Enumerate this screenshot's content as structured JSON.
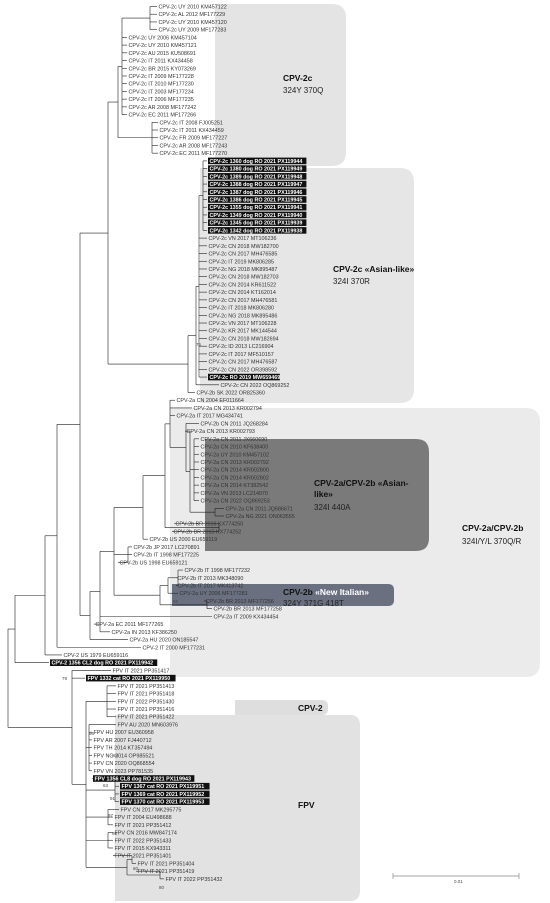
{
  "clades": [
    {
      "id": "2c",
      "title": "CPV-2c",
      "sub": "324Y 370Q",
      "fill": "#e4e4e4"
    },
    {
      "id": "asian",
      "title": "CPV-2c «Asian-like»",
      "sub": "324I 370R",
      "fill": "#e6e6e6"
    },
    {
      "id": "2a2b",
      "title": "CPV-2a/CPV-2b",
      "sub": "324I/Y/L 370Q/R",
      "fill": "#eaeaea"
    },
    {
      "id": "2a_asian",
      "title": "CPV-2a/CPV-2b «Asian-like»",
      "sub": "324I 440A",
      "fill": "#7a7a7a"
    },
    {
      "id": "italian",
      "title": "CPV-2b «New Italian»",
      "sub": "324Y 371G 418T",
      "fill": "#6b7080"
    },
    {
      "id": "cpv2",
      "title": "CPV-2",
      "sub": "",
      "fill": "#dedede"
    },
    {
      "id": "fpv",
      "title": "FPV",
      "sub": "",
      "fill": "#e2e2e2"
    }
  ],
  "bootstrap": [
    "76",
    "63",
    "79",
    "96",
    "64",
    "91",
    "63",
    "97",
    "95",
    "60",
    "80"
  ],
  "leaves": [
    {
      "t": "CPV-2c UY 2010 KM457122",
      "h": false
    },
    {
      "t": "CPV-2c AL 2012 MF177229",
      "h": false
    },
    {
      "t": "CPV-2c UY 2010 KM457120",
      "h": false
    },
    {
      "t": "CPV-2c UY 2009 MF177283",
      "h": false
    },
    {
      "t": "CPV-2c UY 2006 KM457104",
      "h": false
    },
    {
      "t": "CPV-2c UY 2010 KM457121",
      "h": false
    },
    {
      "t": "CPV-2c AU 2015 KU508691",
      "h": false
    },
    {
      "t": "CPV-2c IT 2011 KX434458",
      "h": false
    },
    {
      "t": "CPV-2c BR 2015 KY073269",
      "h": false
    },
    {
      "t": "CPV-2c IT 2009 MF177228",
      "h": false
    },
    {
      "t": "CPV-2c IT 2010 MF177230",
      "h": false
    },
    {
      "t": "CPV-2c IT 2003 MF177234",
      "h": false
    },
    {
      "t": "CPV-2c IT 2006 MF177235",
      "h": false
    },
    {
      "t": "CPV-2c AR 2008 MF177242",
      "h": false
    },
    {
      "t": "CPV-2c EC 2011 MF177266",
      "h": false
    },
    {
      "t": "CPV-2c IT 2008 FJ005251",
      "h": false
    },
    {
      "t": "CPV-2c IT 2011 KX434459",
      "h": false
    },
    {
      "t": "CPV-2c FR 2009 MF177227",
      "h": false
    },
    {
      "t": "CPV-2c AR 2008 MF177243",
      "h": false
    },
    {
      "t": "CPV-2c EC 2011 MF177270",
      "h": false
    },
    {
      "t": "CPV-2c 1360 dog RO 2021 PX119944",
      "h": true
    },
    {
      "t": "CPV-2c 1380 dog RO 2021 PX119949",
      "h": true
    },
    {
      "t": "CPV-2c 1389 dog RO 2021 PX119948",
      "h": true
    },
    {
      "t": "CPV-2c 1388 dog RO 2021 PX119947",
      "h": true
    },
    {
      "t": "CPV-2c 1387 dog RO 2021 PX119946",
      "h": true
    },
    {
      "t": "CPV-2c 1386 dog RO 2021 PX119945",
      "h": true
    },
    {
      "t": "CPV-2c 1355 dog RO 2021 PX119941",
      "h": true
    },
    {
      "t": "CPV-2c 1349 dog RO 2021 PX119940",
      "h": true
    },
    {
      "t": "CPV-2c 1345 dog RO 2021 PX119939",
      "h": true
    },
    {
      "t": "CPV-2c 1342 dog RO 2021 PX119938",
      "h": true
    },
    {
      "t": "CPV-2c VN 2017 MT106236",
      "h": false
    },
    {
      "t": "CPV-2c CN 2018 MW182700",
      "h": false
    },
    {
      "t": "CPV-2c CN 2017 MH476585",
      "h": false
    },
    {
      "t": "CPV-2c IT 2019 MK806285",
      "h": false
    },
    {
      "t": "CPV-2c NG 2018 MK895487",
      "h": false
    },
    {
      "t": "CPV-2c CN 2018 MW182703",
      "h": false
    },
    {
      "t": "CPV-2c CN 2014 KR611522",
      "h": false
    },
    {
      "t": "CPV-2c CN 2014 KT162014",
      "h": false
    },
    {
      "t": "CPV-2c CN 2017 MH476581",
      "h": false
    },
    {
      "t": "CPV-2c IT 2018 MK806280",
      "h": false
    },
    {
      "t": "CPV-2c NG 2018 MK895486",
      "h": false
    },
    {
      "t": "CPV-2c VN 2017 MT106228",
      "h": false
    },
    {
      "t": "CPV-2c KR 2017 MK144544",
      "h": false
    },
    {
      "t": "CPV-2c CN 2018 MW182694",
      "h": false
    },
    {
      "t": "CPV-2c ID 2013 LC216904",
      "h": false
    },
    {
      "t": "CPV-2c IT 2017 MF510157",
      "h": false
    },
    {
      "t": "CPV-2c CN 2017 MH476587",
      "h": false
    },
    {
      "t": "CPV-2c CN 2022 OR398592",
      "h": false
    },
    {
      "t": "CPV-2c RO 2019 MW659469",
      "h": true
    },
    {
      "t": "CPV-2c CN 2022 OQ869252",
      "h": false
    },
    {
      "t": "CPV-2b SK 2022 OR825360",
      "h": false
    },
    {
      "t": "CPV-2a CN 2004 EF011664",
      "h": false
    },
    {
      "t": "CPV-2a CN 2013 KR002794",
      "h": false
    },
    {
      "t": "CPV-2a IT 2017 MG434741",
      "h": false
    },
    {
      "t": "CPV-2b CN 2011 JQ268284",
      "h": false
    },
    {
      "t": "CPV-2a CN 2013 KR002793",
      "h": false
    },
    {
      "t": "CPV-2a CN 2011 JX660690",
      "h": false
    },
    {
      "t": "CPV-2a CN 2010 KF638400",
      "h": false
    },
    {
      "t": "CPV-2a UY 2010 KM457102",
      "h": false
    },
    {
      "t": "CPV-2a CN 2013 KR002792",
      "h": false
    },
    {
      "t": "CPV-2a CN 2014 KR002800",
      "h": false
    },
    {
      "t": "CPV-2a CN 2014 KR002802",
      "h": false
    },
    {
      "t": "CPV-2a CN 2014 KT382542",
      "h": false
    },
    {
      "t": "CPV-2a VN 2013 LC214970",
      "h": false
    },
    {
      "t": "CPV-2a CN 2022 OQ869253",
      "h": false
    },
    {
      "t": "CPV-2a CN 2011 JQ686671",
      "h": false
    },
    {
      "t": "CPV-2a NG 2021 ON063555",
      "h": false
    },
    {
      "t": "CPV-2b BR 2016 KX774250",
      "h": false
    },
    {
      "t": "CPV-2b BR 2015 KX774252",
      "h": false
    },
    {
      "t": "CPV-2b US 2000 EU659119",
      "h": false
    },
    {
      "t": "CPV-2b JP 2017 LC270891",
      "h": false
    },
    {
      "t": "CPV-2b IT 1998 MF177225",
      "h": false
    },
    {
      "t": "CPV-2b US 1998 EU659121",
      "h": false
    },
    {
      "t": "CPV-2b IT 1998 MF177232",
      "h": false
    },
    {
      "t": "CPV-2b IT 2013 MK348090",
      "h": false
    },
    {
      "t": "CPV-2b IT 2017 MK413742",
      "h": false
    },
    {
      "t": "CPV-2a UY 2006 MF177281",
      "h": false
    },
    {
      "t": "CPV-2b BR 2013 MF177256",
      "h": false
    },
    {
      "t": "CPV-2b BR 2013 MF177258",
      "h": false
    },
    {
      "t": "CPV-2a IT 2009 KX434454",
      "h": false
    },
    {
      "t": "CPV-2a EC 2011 MF177265",
      "h": false
    },
    {
      "t": "CPV-2a IN 2013 KF386250",
      "h": false
    },
    {
      "t": "CPV-2a HU 2020 ON185547",
      "h": false
    },
    {
      "t": "CPV-2 IT 2000 MF177231",
      "h": false
    },
    {
      "t": "CPV-2 US 1979 EU659116",
      "h": false
    },
    {
      "t": "CPV-2 1356 CL2 dog RO 2021 PX119942",
      "h": true
    },
    {
      "t": "FPV IT 2021 PP351417",
      "h": false
    },
    {
      "t": "FPV 1332 cat RO 2021 PX119950",
      "h": true
    },
    {
      "t": "FPV IT 2021 PP351413",
      "h": false
    },
    {
      "t": "FPV IT 2021 PP351418",
      "h": false
    },
    {
      "t": "FPV IT 2022 PP351430",
      "h": false
    },
    {
      "t": "FPV IT 2021 PP351416",
      "h": false
    },
    {
      "t": "FPV IT 2021 PP351422",
      "h": false
    },
    {
      "t": "FPV AU 2020 MN603976",
      "h": false
    },
    {
      "t": "FPV HU 2007 EU360958",
      "h": false
    },
    {
      "t": "FPV AR 2007 FJ440712",
      "h": false
    },
    {
      "t": "FPV TH 2014 KT357494",
      "h": false
    },
    {
      "t": "FPV NG 2014 OP985521",
      "h": false
    },
    {
      "t": "FPV CN 2020 OQ868554",
      "h": false
    },
    {
      "t": "FPV VN 2023 PP781535",
      "h": false
    },
    {
      "t": "FPV 1356 CL8 dog RO 2021 PX119943",
      "h": true
    },
    {
      "t": "FPV 1367 cat RO 2021 PX119951",
      "h": true
    },
    {
      "t": "FPV 1369 cat RO 2021 PX119952",
      "h": true
    },
    {
      "t": "FPV 1370 cat RO 2021 PX119953",
      "h": true
    },
    {
      "t": "FPV CN 2017 MK295775",
      "h": false
    },
    {
      "t": "FPV IT 2004 EU498688",
      "h": false
    },
    {
      "t": "FPV IT 2021 PP351412",
      "h": false
    },
    {
      "t": "FPV CN 2016 MW847174",
      "h": false
    },
    {
      "t": "FPV IT 2022 PP351433",
      "h": false
    },
    {
      "t": "FPV IT 2015 KX943311",
      "h": false
    },
    {
      "t": "FPV IT 2021 PP351401",
      "h": false
    },
    {
      "t": "FPV IT 2021 PP351404",
      "h": false
    },
    {
      "t": "FPV IT 2021 PP351419",
      "h": false
    },
    {
      "t": "FPV IT 2022 PP351432",
      "h": false
    }
  ],
  "scale": {
    "label": "0.01"
  }
}
